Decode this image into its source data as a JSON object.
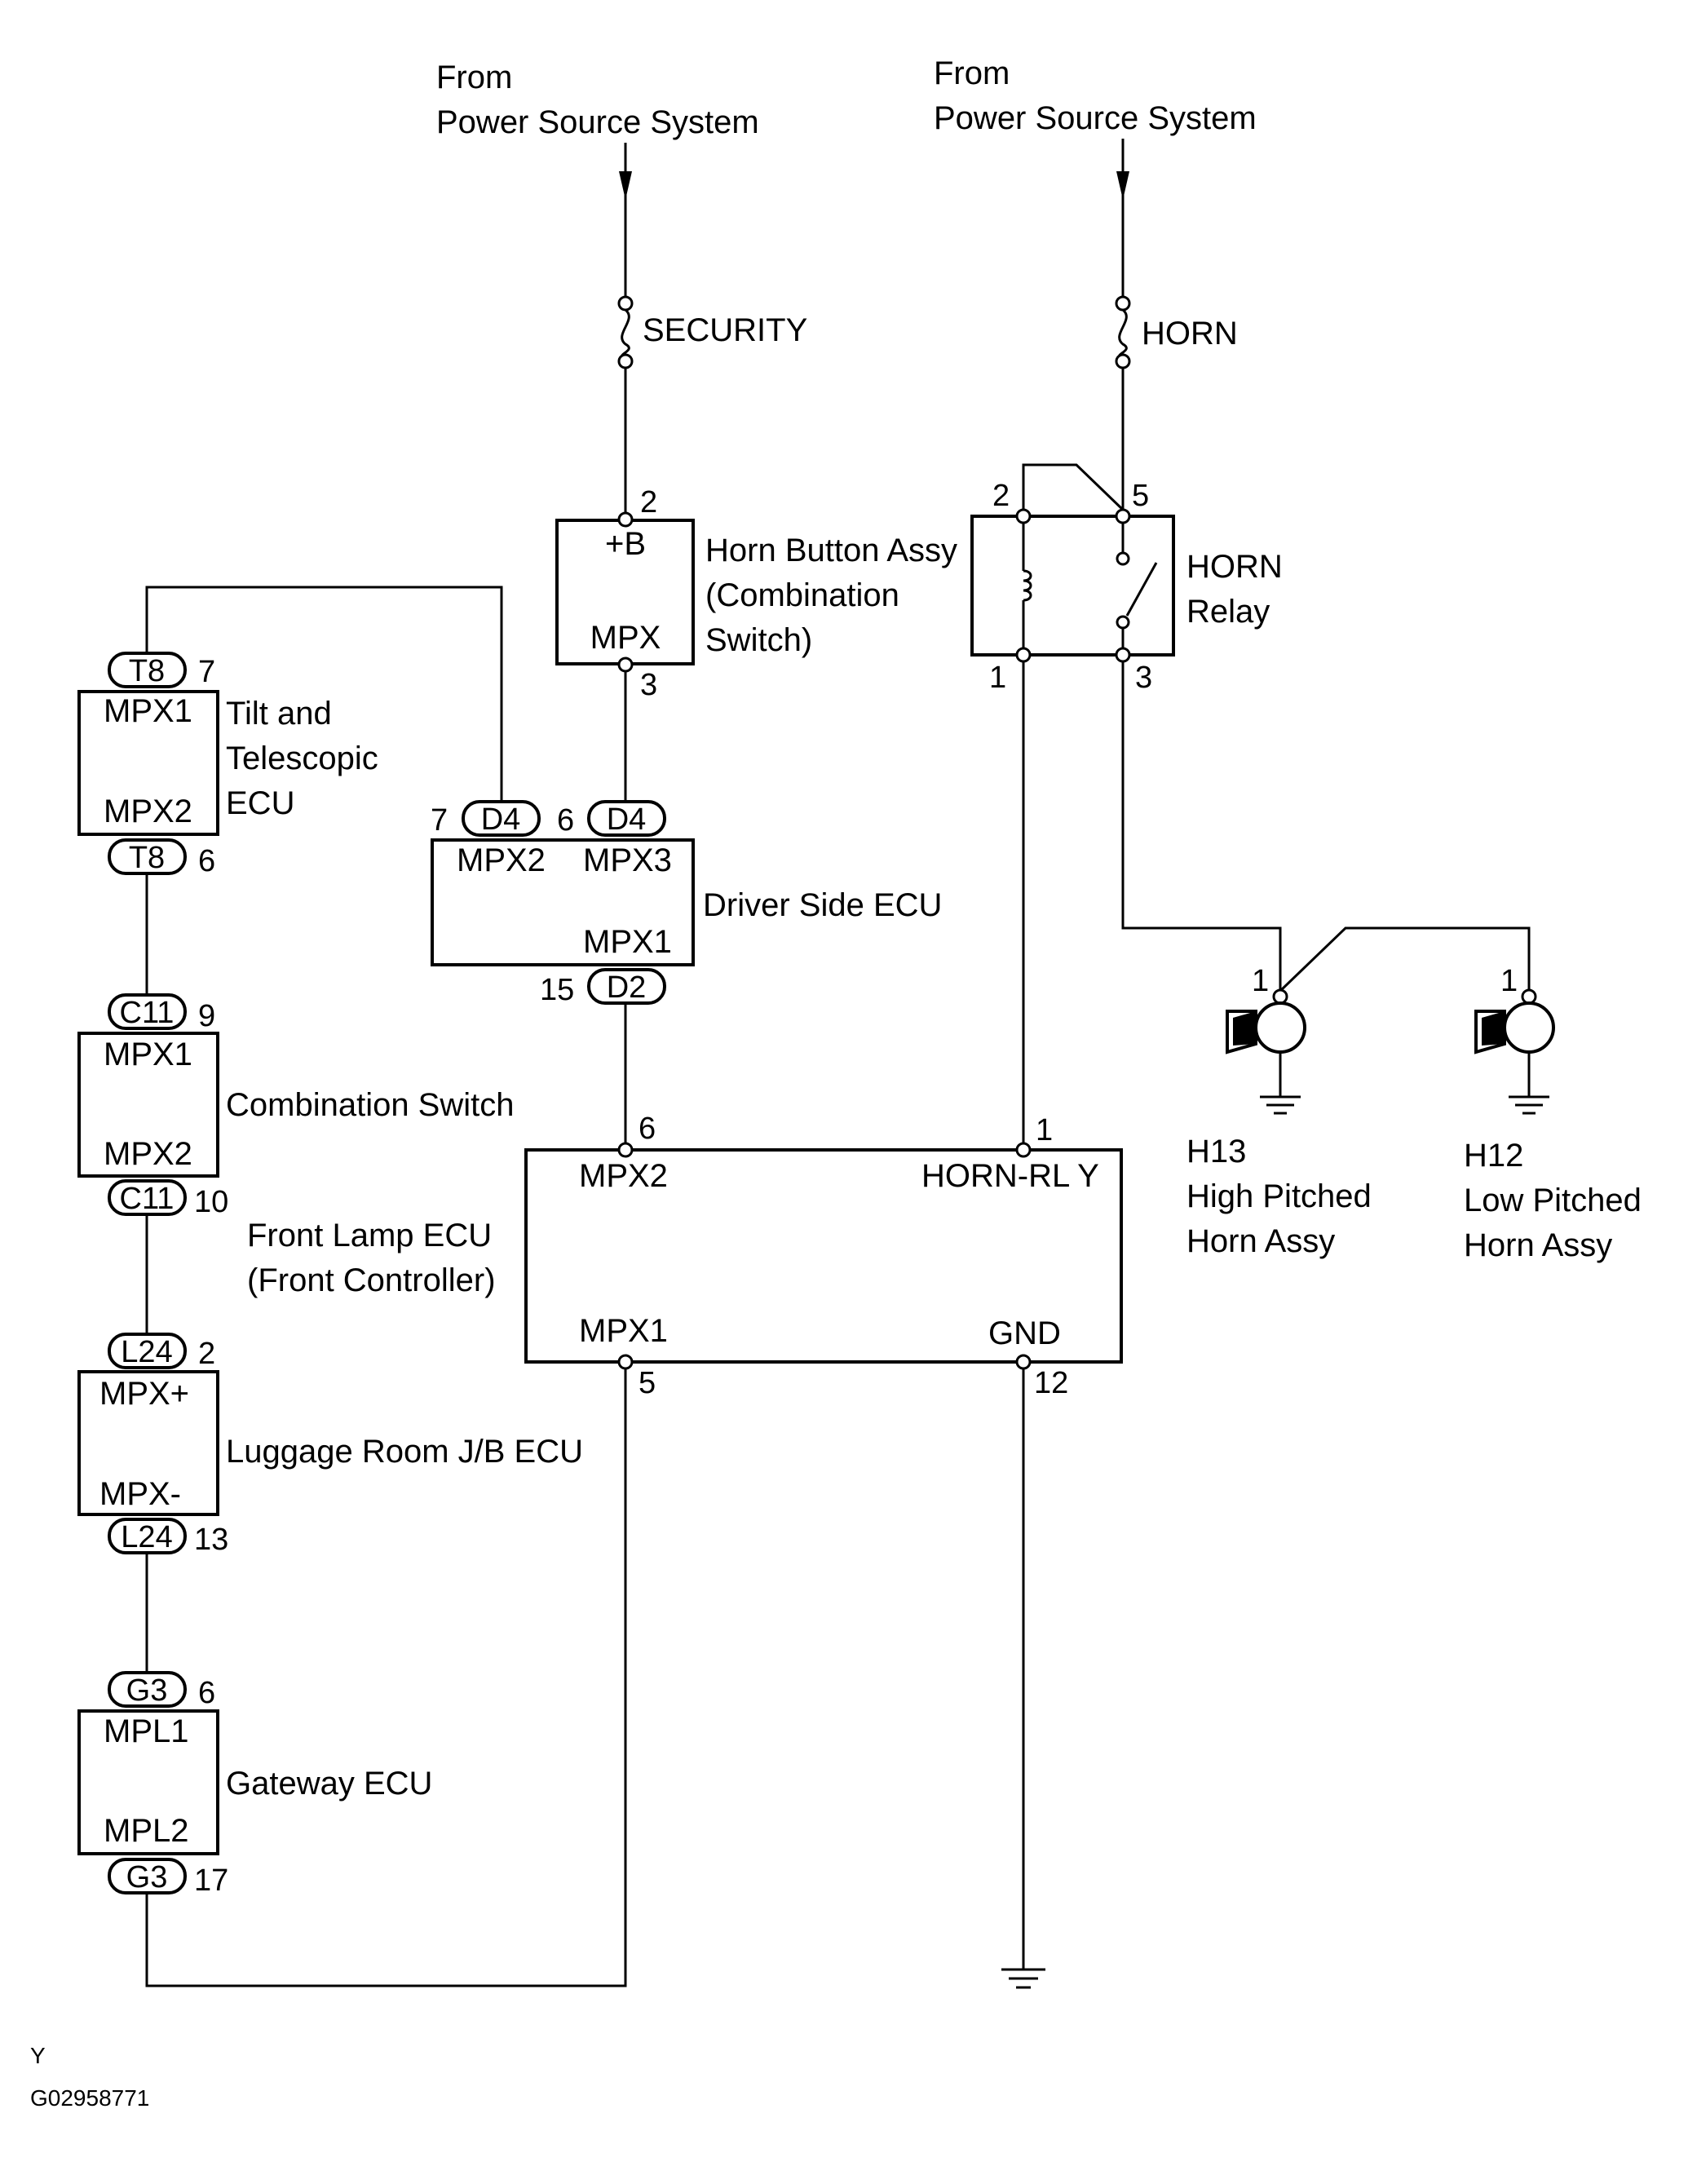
{
  "power_source_left": {
    "line1": "From",
    "line2": "Power Source System"
  },
  "power_source_right": {
    "line1": "From",
    "line2": "Power Source System"
  },
  "fuses": {
    "security": "SECURITY",
    "horn": "HORN"
  },
  "horn_button": {
    "name_line1": "Horn Button Assy",
    "name_line2": "(Combination",
    "name_line3": "Switch)",
    "term_top": "+B",
    "term_bottom": "MPX",
    "pin_top": "2",
    "pin_bottom": "3"
  },
  "horn_relay": {
    "name_line1": "HORN",
    "name_line2": "Relay",
    "pin_tl": "2",
    "pin_tr": "5",
    "pin_bl": "1",
    "pin_br": "3"
  },
  "tilt_ecu": {
    "name_line1": "Tilt and",
    "name_line2": "Telescopic",
    "name_line3": "ECU",
    "term_top": "MPX1",
    "term_bottom": "MPX2",
    "conn_top": "T8",
    "pin_top": "7",
    "conn_bottom": "T8",
    "pin_bottom": "6"
  },
  "driver_ecu": {
    "name": "Driver Side ECU",
    "term_left": "MPX2",
    "term_right": "MPX3",
    "term_bottom": "MPX1",
    "conn_left": "D4",
    "pin_left": "7",
    "conn_right": "D4",
    "pin_right": "6",
    "conn_bottom": "D2",
    "pin_bottom": "15"
  },
  "combination_switch": {
    "name": "Combination Switch",
    "term_top": "MPX1",
    "term_bottom": "MPX2",
    "conn_top": "C11",
    "pin_top": "9",
    "conn_bottom": "C11",
    "pin_bottom": "10"
  },
  "front_lamp_ecu": {
    "name_line1": "Front Lamp ECU",
    "name_line2": "(Front Controller)",
    "term_tl": "MPX2",
    "term_tr": "HORN-RL Y",
    "term_bl": "MPX1",
    "term_br": "GND",
    "pin_tl": "6",
    "pin_tr": "1",
    "pin_bl": "5",
    "pin_br": "12"
  },
  "luggage_ecu": {
    "name": "Luggage Room J/B ECU",
    "term_top": "MPX+",
    "term_bottom": "MPX-",
    "conn_top": "L24",
    "pin_top": "2",
    "conn_bottom": "L24",
    "pin_bottom": "13"
  },
  "gateway_ecu": {
    "name": "Gateway ECU",
    "term_top": "MPL1",
    "term_bottom": "MPL2",
    "conn_top": "G3",
    "pin_top": "6",
    "conn_bottom": "G3",
    "pin_bottom": "17"
  },
  "horn_high": {
    "id": "H13",
    "line2": "High Pitched",
    "line3": "Horn Assy",
    "pin": "1"
  },
  "horn_low": {
    "id": "H12",
    "line2": "Low Pitched",
    "line3": "Horn Assy",
    "pin": "1"
  },
  "footer": {
    "letter": "Y",
    "code": "G02958771"
  },
  "icons": [
    "fuse-icon",
    "relay-coil-icon",
    "relay-switch-icon",
    "horn-speaker-icon",
    "ground-icon",
    "arrow-down-icon"
  ]
}
